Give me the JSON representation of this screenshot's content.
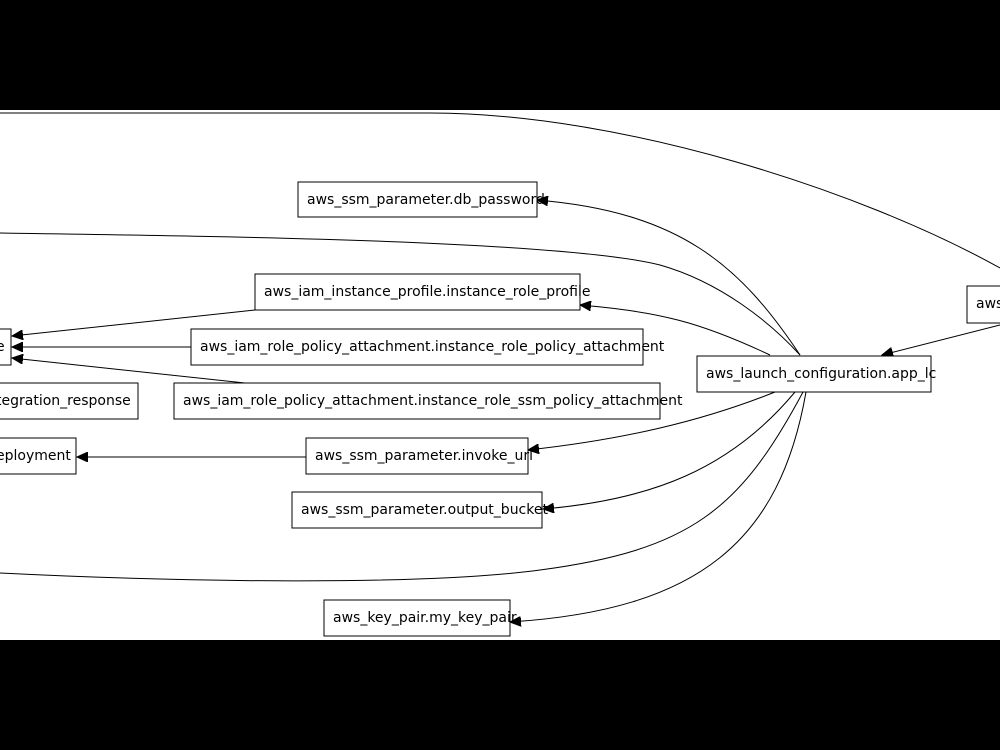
{
  "diagram": {
    "nodes": [
      {
        "id": "db_password",
        "label": "aws_ssm_parameter.db_password"
      },
      {
        "id": "instance_role_profile",
        "label": "aws_iam_instance_profile.instance_role_profile"
      },
      {
        "id": "role_left",
        "label": "e"
      },
      {
        "id": "instance_role_policy_attachment",
        "label": "aws_iam_role_policy_attachment.instance_role_policy_attachment"
      },
      {
        "id": "integration_response",
        "label": "tegration_response"
      },
      {
        "id": "instance_role_ssm_policy_attachment",
        "label": "aws_iam_role_policy_attachment.instance_role_ssm_policy_attachment"
      },
      {
        "id": "deployment",
        "label": "eployment"
      },
      {
        "id": "invoke_url",
        "label": "aws_ssm_parameter.invoke_url"
      },
      {
        "id": "output_bucket",
        "label": "aws_ssm_parameter.output_bucket"
      },
      {
        "id": "my_key_pair",
        "label": "aws_key_pair.my_key_pair"
      },
      {
        "id": "app_lc",
        "label": "aws_launch_configuration.app_lc"
      },
      {
        "id": "right_partial",
        "label": "aws"
      }
    ]
  }
}
